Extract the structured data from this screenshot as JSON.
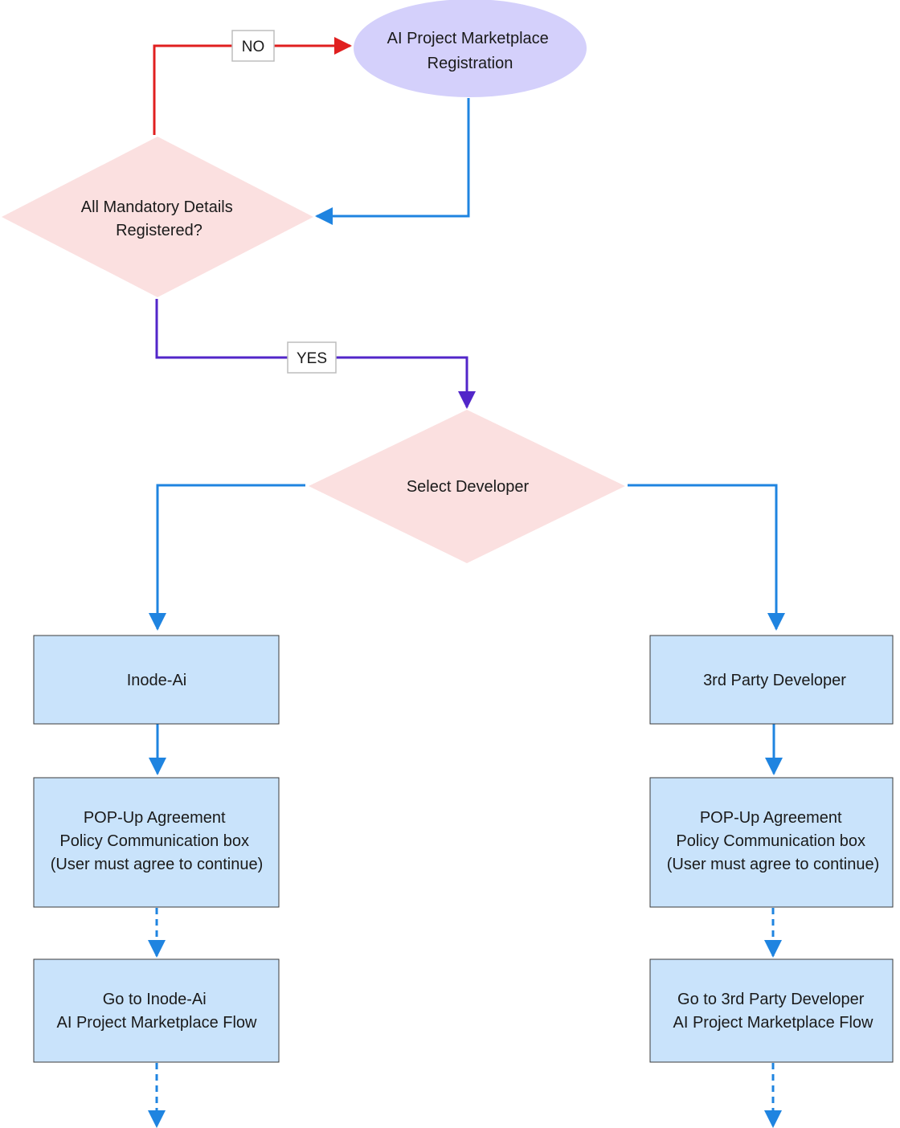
{
  "colors": {
    "ellipse_fill": "#d4d0fb",
    "diamond_fill": "#fbe0e0",
    "box_fill": "#c9e3fb",
    "box_stroke": "#3b3b3b",
    "blue_connector": "#1f84e0",
    "red_connector": "#e01f1f",
    "purple_connector": "#5226c9",
    "label_border": "#bdbdbd"
  },
  "nodes": {
    "registration": {
      "shape": "ellipse",
      "lines": [
        "AI Project Marketplace",
        "Registration"
      ]
    },
    "mandatory_check": {
      "shape": "diamond",
      "lines": [
        "All Mandatory Details",
        "Registered?"
      ]
    },
    "select_developer": {
      "shape": "diamond",
      "lines": [
        "Select Developer"
      ]
    },
    "inode_ai": {
      "shape": "rectangle",
      "lines": [
        "Inode-Ai"
      ]
    },
    "inode_popup": {
      "shape": "rectangle",
      "lines": [
        "POP-Up Agreement",
        "Policy Communication box",
        "(User must agree to continue)"
      ]
    },
    "inode_flow": {
      "shape": "rectangle",
      "lines": [
        "Go to Inode-Ai",
        "AI Project Marketplace Flow"
      ]
    },
    "third_party": {
      "shape": "rectangle",
      "lines": [
        "3rd Party Developer"
      ]
    },
    "third_party_popup": {
      "shape": "rectangle",
      "lines": [
        "POP-Up Agreement",
        "Policy Communication box",
        "(User must agree to continue)"
      ]
    },
    "third_party_flow": {
      "shape": "rectangle",
      "lines": [
        "Go to 3rd Party Developer",
        "AI Project Marketplace Flow"
      ]
    }
  },
  "edges": [
    {
      "from": "mandatory_check",
      "to": "registration",
      "label": "NO",
      "style": "solid",
      "color": "red"
    },
    {
      "from": "registration",
      "to": "mandatory_check",
      "label": "",
      "style": "solid",
      "color": "blue"
    },
    {
      "from": "mandatory_check",
      "to": "select_developer",
      "label": "YES",
      "style": "solid",
      "color": "purple"
    },
    {
      "from": "select_developer",
      "to": "inode_ai",
      "label": "",
      "style": "solid",
      "color": "blue"
    },
    {
      "from": "select_developer",
      "to": "third_party",
      "label": "",
      "style": "solid",
      "color": "blue"
    },
    {
      "from": "inode_ai",
      "to": "inode_popup",
      "label": "",
      "style": "solid",
      "color": "blue"
    },
    {
      "from": "inode_popup",
      "to": "inode_flow",
      "label": "",
      "style": "dashed",
      "color": "blue"
    },
    {
      "from": "inode_flow",
      "to": "",
      "label": "",
      "style": "dashed",
      "color": "blue"
    },
    {
      "from": "third_party",
      "to": "third_party_popup",
      "label": "",
      "style": "solid",
      "color": "blue"
    },
    {
      "from": "third_party_popup",
      "to": "third_party_flow",
      "label": "",
      "style": "dashed",
      "color": "blue"
    },
    {
      "from": "third_party_flow",
      "to": "",
      "label": "",
      "style": "dashed",
      "color": "blue"
    }
  ],
  "labels": {
    "no": "NO",
    "yes": "YES"
  }
}
